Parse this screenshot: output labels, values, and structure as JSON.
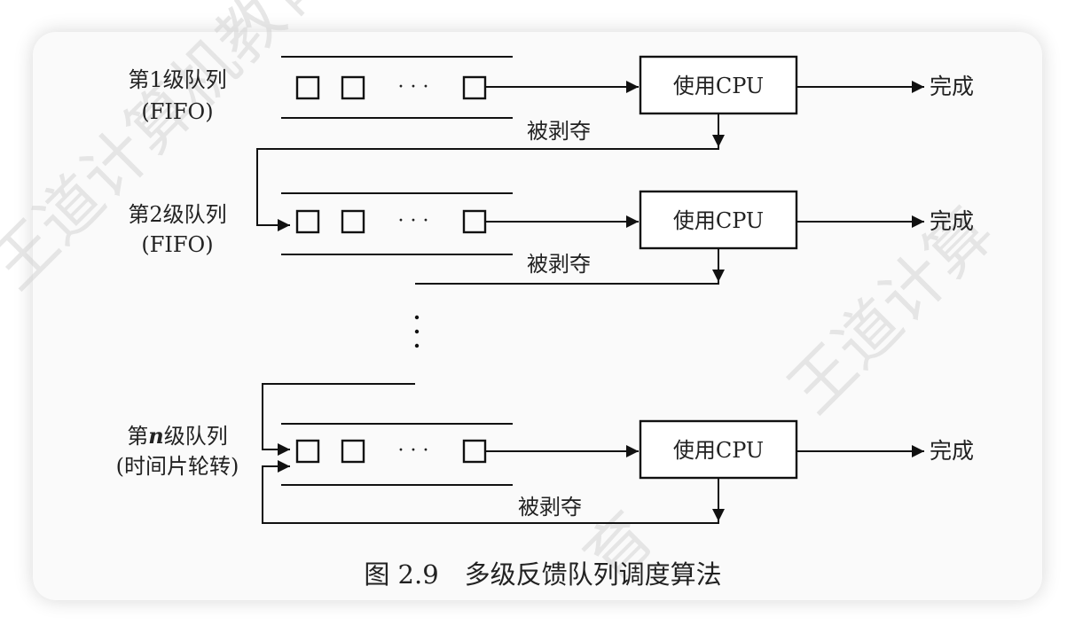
{
  "queues": [
    {
      "name": "第1级队列",
      "policy": "(FIFO)"
    },
    {
      "name": "第2级队列",
      "policy": "(FIFO)"
    },
    {
      "name_prefix": "第",
      "name_var": "n",
      "name_suffix": "级队列",
      "policy": "(时间片轮转)"
    }
  ],
  "ellipsis": "· · ·",
  "cpu_label": "使用CPU",
  "done_label": "完成",
  "preempt_label": "被剥夺",
  "caption": "图 2.9　多级反馈队列调度算法",
  "watermark": [
    "王道计算机教育",
    "王道计算",
    "王道计",
    "育"
  ]
}
